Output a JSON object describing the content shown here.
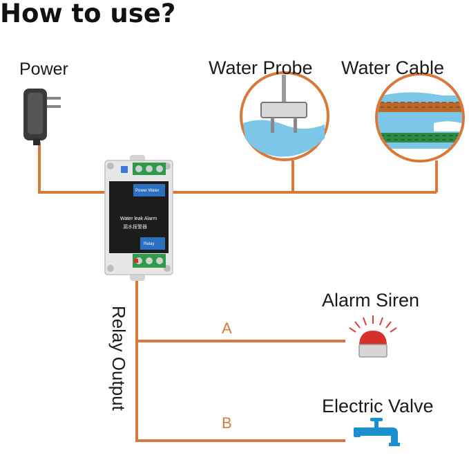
{
  "title": "How to use?",
  "labels": {
    "power": "Power",
    "water_probe": "Water Probe",
    "water_cable": "Water Cable",
    "relay_output": "Relay Output",
    "alarm_siren": "Alarm Siren",
    "electric_valve": "Electric Valve",
    "branch_a": "A",
    "branch_b": "B"
  },
  "device": {
    "top_label": "Power   Water",
    "main_label": "Water leak Alarm",
    "sub_label": "漏水报警器",
    "relay_label": "Relay"
  },
  "colors": {
    "wire": "#d9783a",
    "text": "#1a1a1a",
    "water": "#7cc6e8",
    "faucet": "#1c8fd1",
    "siren_red": "#d8312c",
    "device_panel": "#1c1c1c",
    "device_case": "#e6e6e6",
    "terminal_green": "#2e9b4a"
  },
  "icons": {
    "power": "power-adapter-icon",
    "probe": "water-probe-icon",
    "cable": "water-cable-icon",
    "siren": "alarm-siren-icon",
    "valve": "faucet-valve-icon"
  }
}
